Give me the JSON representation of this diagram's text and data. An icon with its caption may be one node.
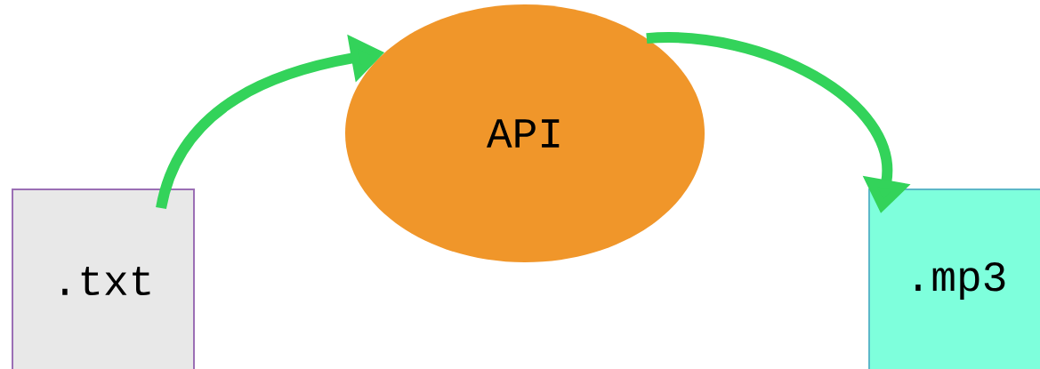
{
  "diagram": {
    "nodes": [
      {
        "text": [
          ".txt"
        ]
      },
      {
        "text": [
          "API"
        ]
      },
      {
        "text": [
          ".mp3"
        ]
      }
    ],
    "edges": [
      {
        "from": 0,
        "to": 1,
        "arrow": "to"
      },
      {
        "from": 1,
        "to": 2,
        "arrow": "to"
      }
    ]
  }
}
